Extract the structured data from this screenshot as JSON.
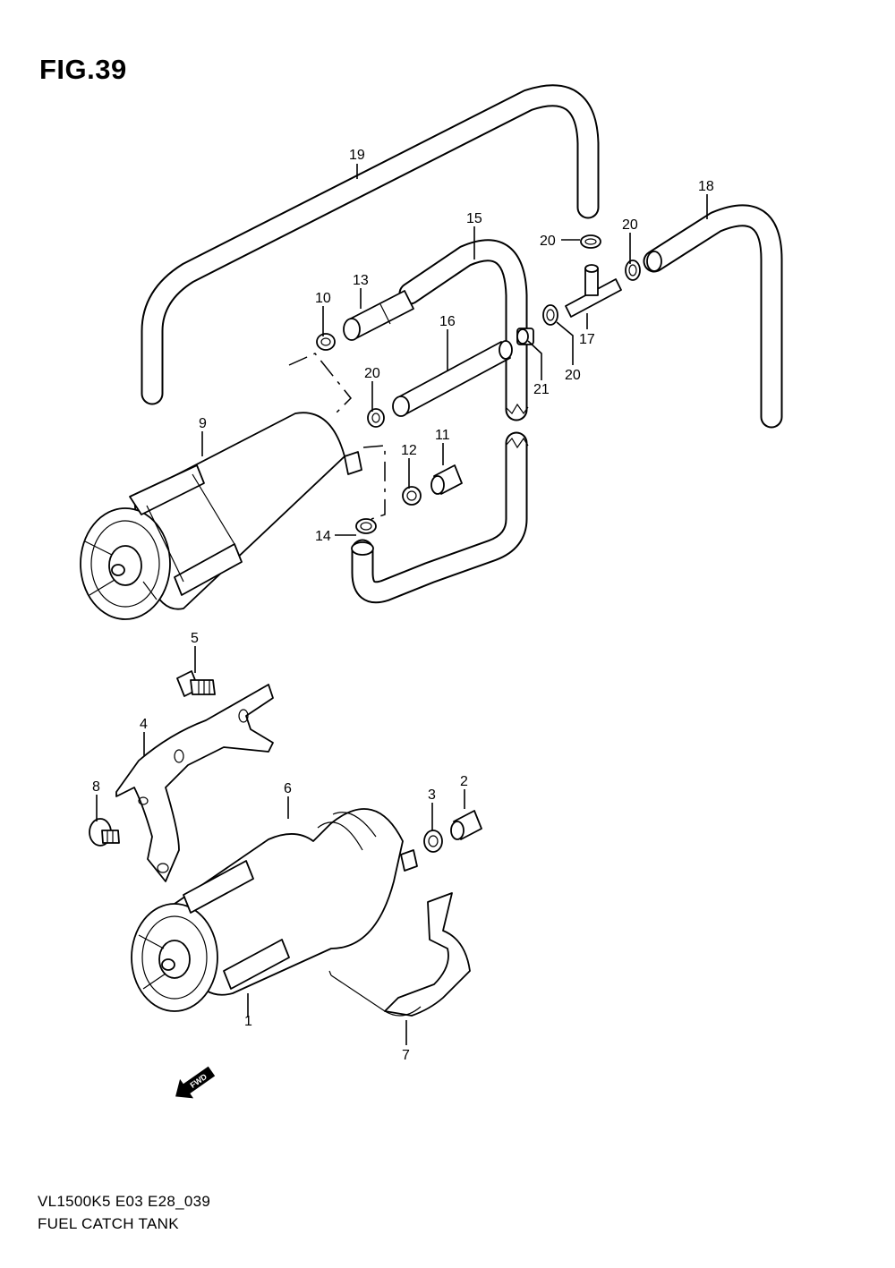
{
  "figure": {
    "title": "FIG.39"
  },
  "footer": {
    "model_code": "VL1500K5 E03 E28_039",
    "name": "FUEL CATCH TANK"
  },
  "fwd_label": "FWD",
  "callouts": {
    "p1": "1",
    "p2": "2",
    "p3": "3",
    "p4": "4",
    "p5": "5",
    "p6": "6",
    "p7": "7",
    "p8": "8",
    "p9": "9",
    "p10": "10",
    "p11": "11",
    "p12": "12",
    "p13": "13",
    "p14": "14",
    "p15": "15",
    "p16": "16",
    "p17": "17",
    "p18": "18",
    "p19": "19",
    "p20a": "20",
    "p20b": "20",
    "p20c": "20",
    "p20d": "20",
    "p21": "21"
  }
}
